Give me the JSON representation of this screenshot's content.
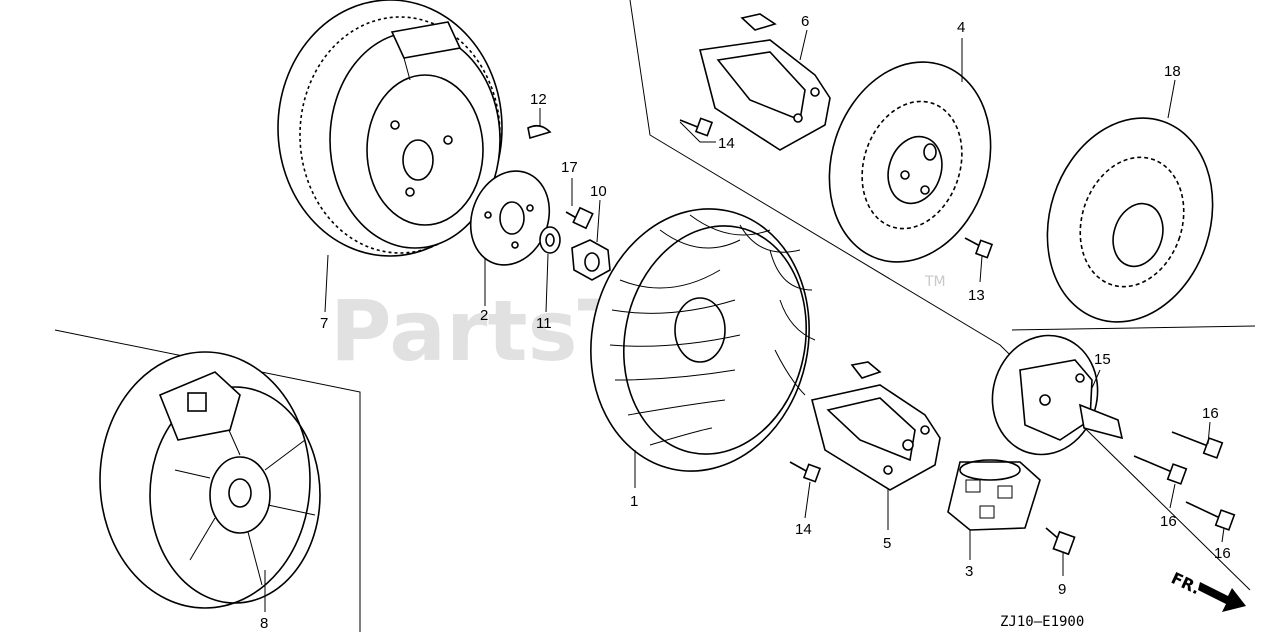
{
  "watermark": {
    "text": "PartsTree",
    "trademark": "TM"
  },
  "diagram_code": "ZJ10—E1900",
  "direction_label": "FR.",
  "callouts": {
    "c1": "1",
    "c2": "2",
    "c3": "3",
    "c4": "4",
    "c5": "5",
    "c6": "6",
    "c7": "7",
    "c8": "8",
    "c9": "9",
    "c10": "10",
    "c11": "11",
    "c12": "12",
    "c13": "13",
    "c14a": "14",
    "c14b": "14",
    "c15": "15",
    "c16a": "16",
    "c16b": "16",
    "c16c": "16",
    "c17": "17",
    "c18": "18"
  },
  "icons": {
    "direction_arrow": "arrow-down-right-icon"
  }
}
